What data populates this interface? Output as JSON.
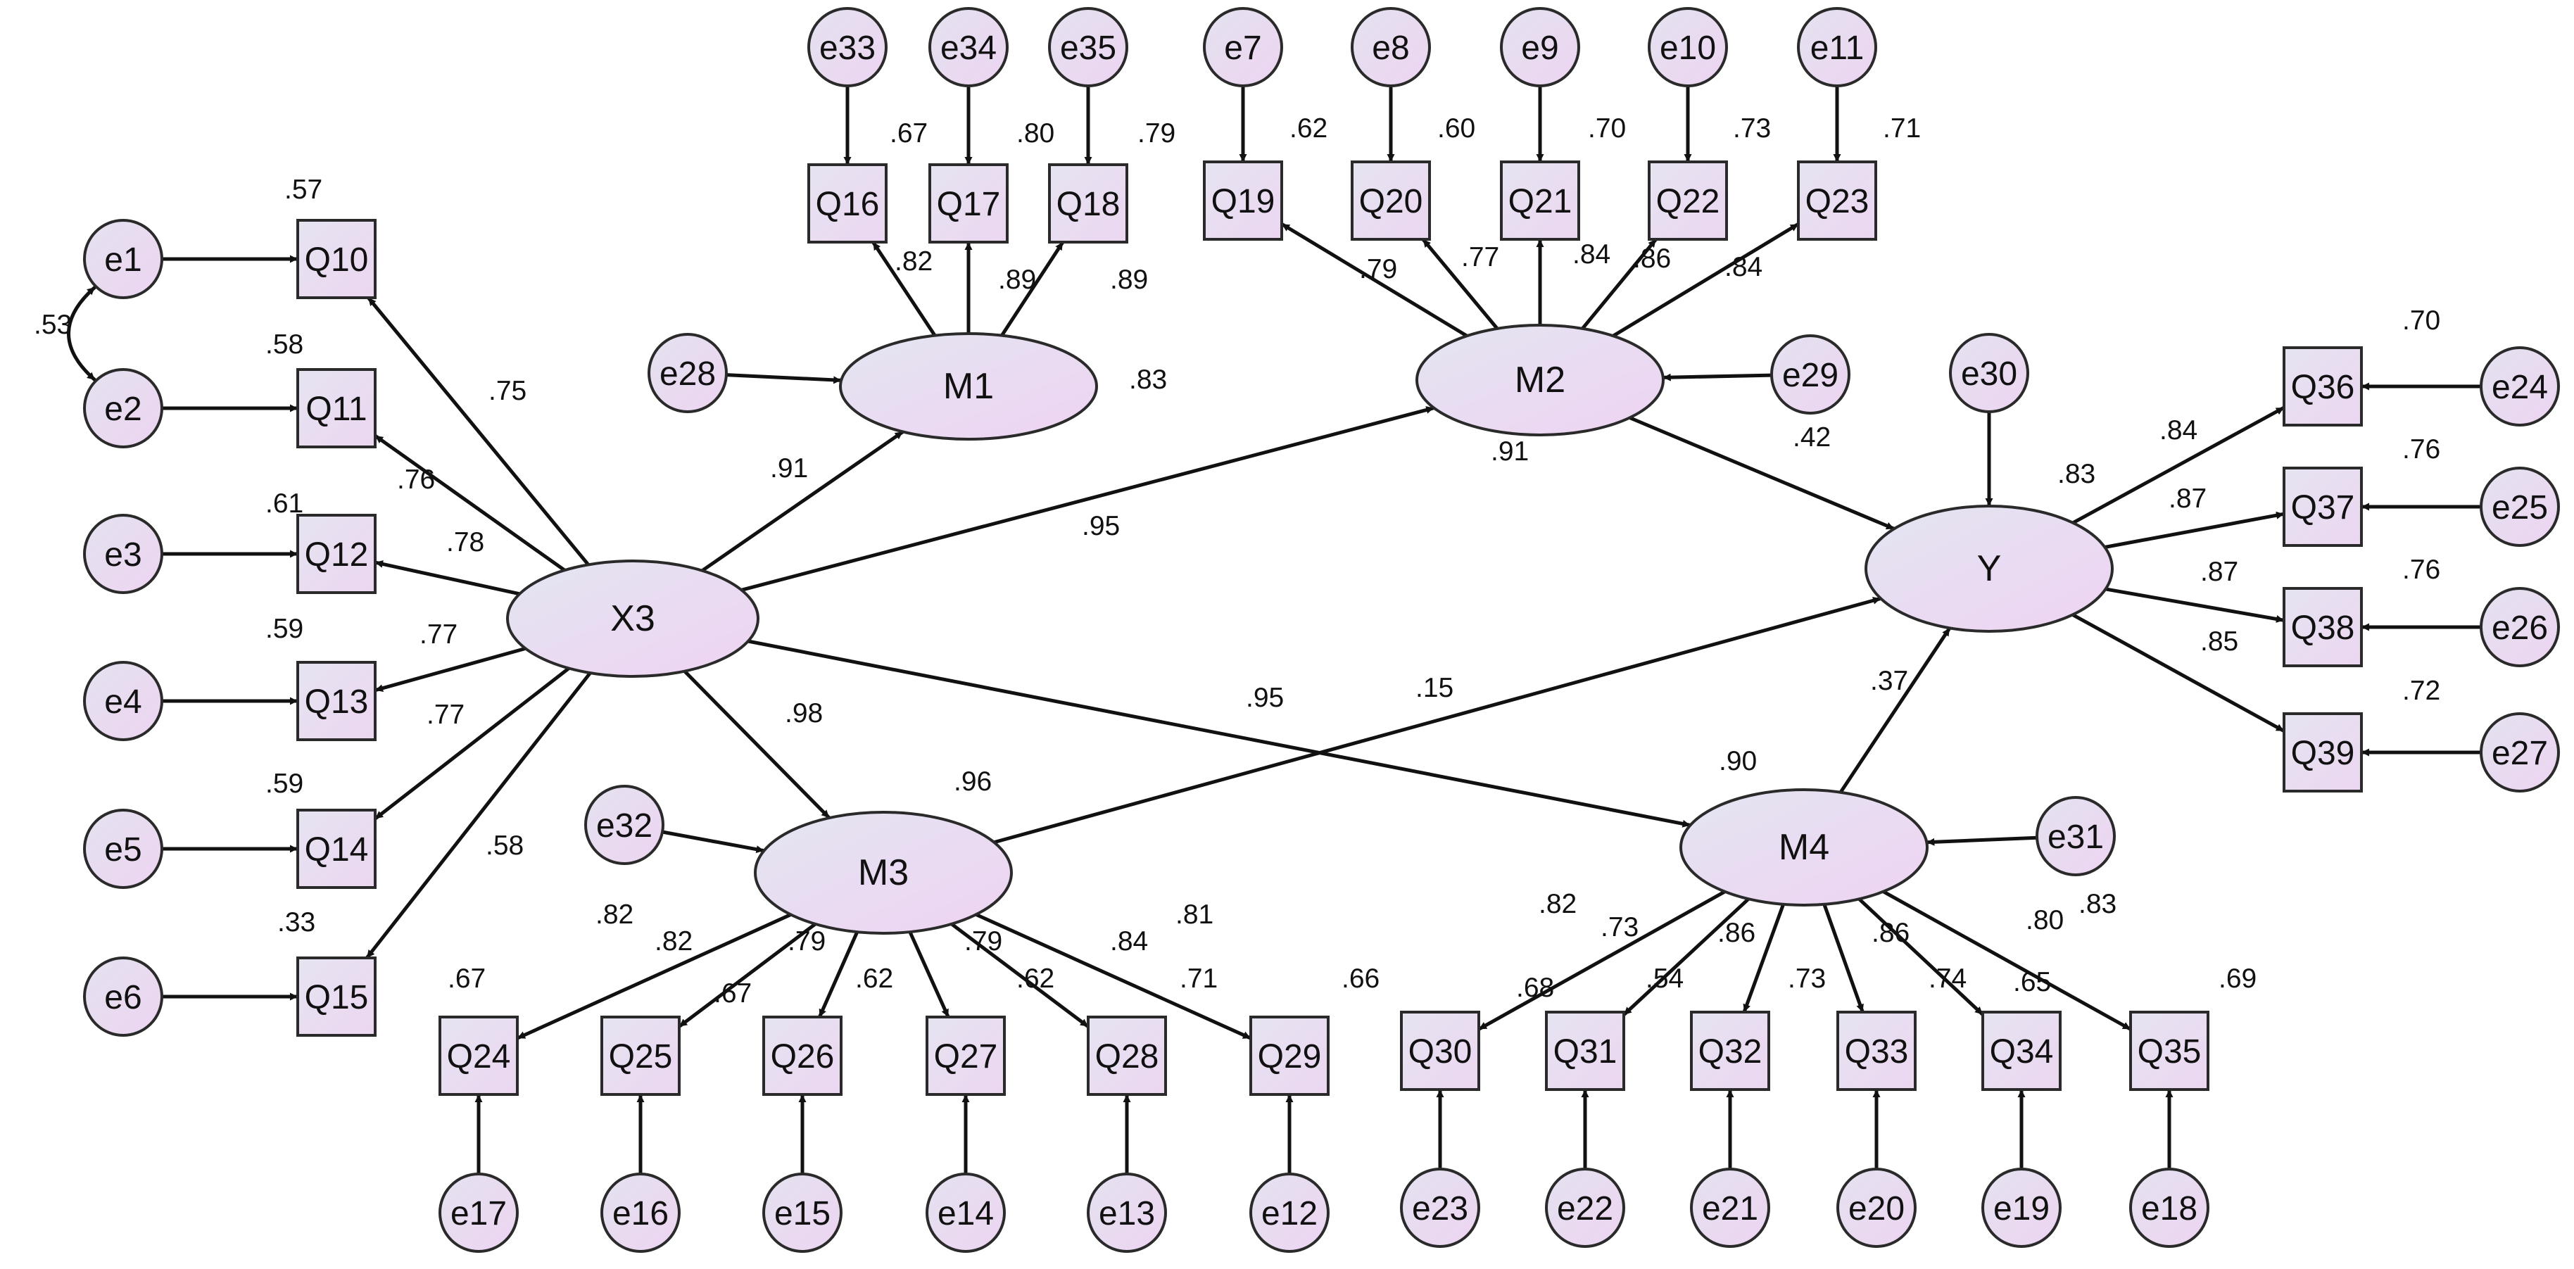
{
  "latents": {
    "X3": "X3",
    "M1": "M1",
    "M2": "M2",
    "M3": "M3",
    "M4": "M4",
    "Y": "Y"
  },
  "observed": {
    "Q10": "Q10",
    "Q11": "Q11",
    "Q12": "Q12",
    "Q13": "Q13",
    "Q14": "Q14",
    "Q15": "Q15",
    "Q16": "Q16",
    "Q17": "Q17",
    "Q18": "Q18",
    "Q19": "Q19",
    "Q20": "Q20",
    "Q21": "Q21",
    "Q22": "Q22",
    "Q23": "Q23",
    "Q24": "Q24",
    "Q25": "Q25",
    "Q26": "Q26",
    "Q27": "Q27",
    "Q28": "Q28",
    "Q29": "Q29",
    "Q30": "Q30",
    "Q31": "Q31",
    "Q32": "Q32",
    "Q33": "Q33",
    "Q34": "Q34",
    "Q35": "Q35",
    "Q36": "Q36",
    "Q37": "Q37",
    "Q38": "Q38",
    "Q39": "Q39"
  },
  "errors": {
    "e1": "e1",
    "e2": "e2",
    "e3": "e3",
    "e4": "e4",
    "e5": "e5",
    "e6": "e6",
    "e7": "e7",
    "e8": "e8",
    "e9": "e9",
    "e10": "e10",
    "e11": "e11",
    "e12": "e12",
    "e13": "e13",
    "e14": "e14",
    "e15": "e15",
    "e16": "e16",
    "e17": "e17",
    "e18": "e18",
    "e19": "e19",
    "e20": "e20",
    "e21": "e21",
    "e22": "e22",
    "e23": "e23",
    "e24": "e24",
    "e25": "e25",
    "e26": "e26",
    "e27": "e27",
    "e28": "e28",
    "e29": "e29",
    "e30": "e30",
    "e31": "e31",
    "e32": "e32",
    "e33": "e33",
    "e34": "e34",
    "e35": "e35"
  },
  "r2": {
    "Q10": ".57",
    "Q11": ".58",
    "Q12": ".61",
    "Q13": ".59",
    "Q14": ".59",
    "Q15": ".33",
    "Q16": ".67",
    "Q17": ".80",
    "Q18": ".79",
    "Q19": ".62",
    "Q20": ".60",
    "Q21": ".70",
    "Q22": ".73",
    "Q23": ".71",
    "Q24": ".67",
    "Q25": ".67",
    "Q26": ".62",
    "Q27": ".62",
    "Q28": ".71",
    "Q29": ".66",
    "Q30": ".68",
    "Q31": ".54",
    "Q32": ".73",
    "Q33": ".74",
    "Q34": ".65",
    "Q35": ".69",
    "Q36": ".70",
    "Q37": ".76",
    "Q38": ".76",
    "Q39": ".72",
    "M1": ".83",
    "M2": ".91",
    "M3": ".96",
    "M4": ".90",
    "Y": ".83"
  },
  "loadings": {
    "X3_Q10": ".75",
    "X3_Q11": ".76",
    "X3_Q12": ".78",
    "X3_Q13": ".77",
    "X3_Q14": ".77",
    "X3_Q15": ".58",
    "M1_Q16": ".82",
    "M1_Q17": ".89",
    "M1_Q18": ".89",
    "M2_Q19": ".79",
    "M2_Q20": ".77",
    "M2_Q21": ".84",
    "M2_Q22": ".86",
    "M2_Q23": ".84",
    "M3_Q24": ".82",
    "M3_Q25": ".82",
    "M3_Q26": ".79",
    "M3_Q27": ".79",
    "M3_Q28": ".84",
    "M3_Q29": ".81",
    "M4_Q30": ".82",
    "M4_Q31": ".73",
    "M4_Q32": ".86",
    "M4_Q33": ".86",
    "M4_Q34": ".80",
    "M4_Q35": ".83",
    "Y_Q36": ".84",
    "Y_Q37": ".87",
    "Y_Q38": ".87",
    "Y_Q39": ".85"
  },
  "structural": {
    "X3_M1": ".91",
    "X3_M2": ".95",
    "X3_M3": ".98",
    "X3_M4": ".95",
    "M2_Y": ".42",
    "M3_Y": ".15",
    "M4_Y": ".37"
  },
  "covariances": {
    "e1_e2": ".53"
  }
}
